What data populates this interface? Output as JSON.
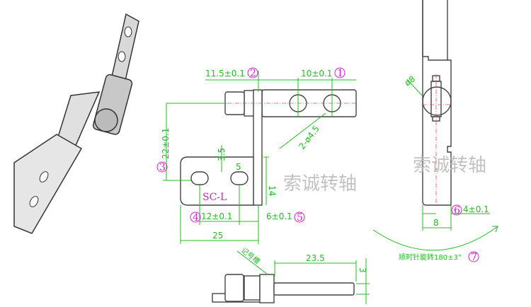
{
  "front_view": {
    "dim_top_left": "11.5±0.1",
    "dim_top_right": "10±0.1",
    "dim_height": "22±0.1",
    "hole_spec": "2-ø4.5",
    "dim_slot_h": "3.5",
    "dim_slot_w": "5",
    "dim_plate_h": "14",
    "dim_slot_pitch": "12±0.1",
    "dim_offset": "6±0.1",
    "dim_plate_w": "25",
    "part_label": "SC-L"
  },
  "callouts": [
    "1",
    "2",
    "3",
    "4",
    "5",
    "6",
    "7"
  ],
  "side_view": {
    "dim_diameter": "ø8",
    "dim_center": "4±0.1",
    "dim_width": "8",
    "rotation_note": "顺时针旋转180±3°"
  },
  "bottom_view": {
    "mark_slot": "记号槽",
    "dim_shaft_len": "23.5",
    "dim_shaft_d": "3"
  },
  "watermark": "索诚转轴",
  "colors": {
    "dimension": "#1fbf1f",
    "callout": "#d020d0",
    "centerline": "#e05050",
    "outline": "#444444"
  }
}
